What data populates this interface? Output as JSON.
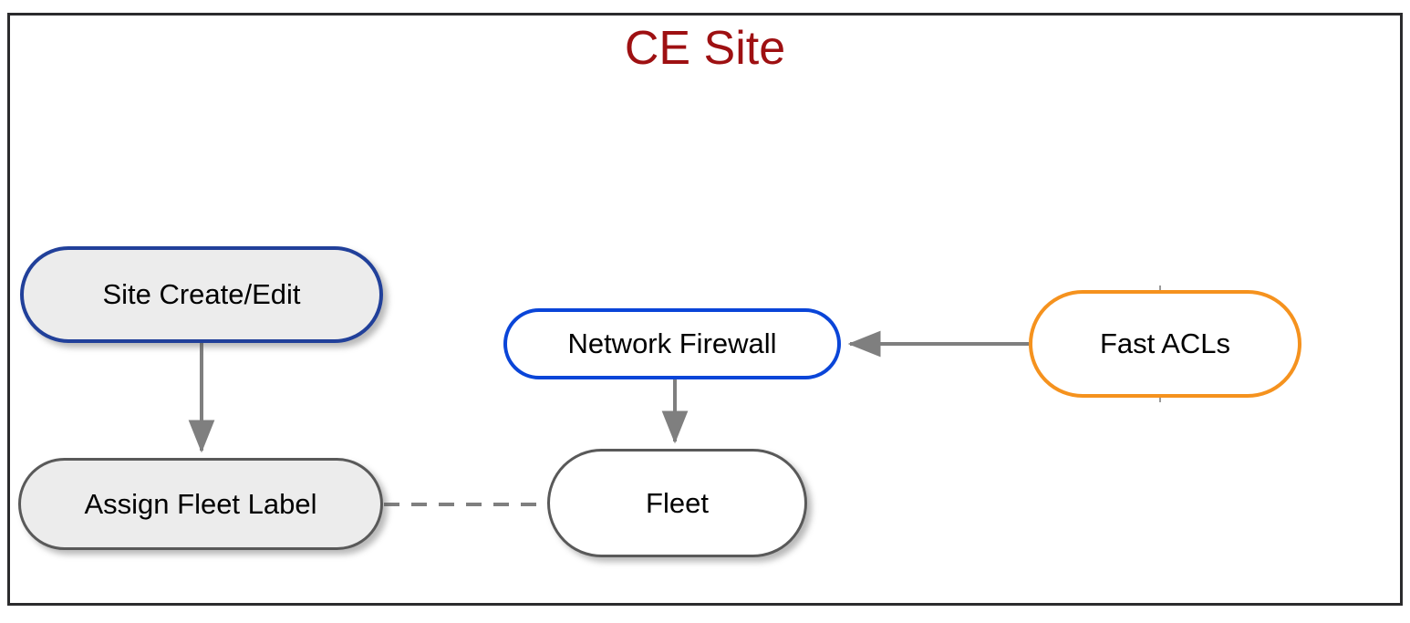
{
  "diagram": {
    "title": "CE Site",
    "title_color": "#9E1012",
    "frame_color": "#2b2b2d",
    "background": "#ffffff",
    "nodes": [
      {
        "id": "site-create-edit",
        "label": "Site Create/Edit",
        "shape": "rounded-pill",
        "border_color": "#21409A",
        "fill_color": "#ECECEC",
        "text_color": "#000000",
        "shadow": true
      },
      {
        "id": "assign-fleet-label",
        "label": "Assign Fleet Label",
        "shape": "rounded-pill",
        "border_color": "#595959",
        "fill_color": "#ECECEC",
        "text_color": "#000000",
        "shadow": true
      },
      {
        "id": "network-firewall",
        "label": "Network Firewall",
        "shape": "rounded-pill",
        "border_color": "#0A45D8",
        "fill_color": "#FFFFFF",
        "text_color": "#000000",
        "shadow": false
      },
      {
        "id": "fleet",
        "label": "Fleet",
        "shape": "rounded-pill",
        "border_color": "#595959",
        "fill_color": "#FFFFFF",
        "text_color": "#000000",
        "shadow": true
      },
      {
        "id": "fast-acls",
        "label": "Fast ACLs",
        "shape": "rounded-pill",
        "border_color": "#F5921E",
        "fill_color": "#FFFFFF",
        "text_color": "#000000",
        "shadow": false
      }
    ],
    "edges": [
      {
        "id": "site-create-edit-to-assign-fleet-label",
        "from": "site-create-edit",
        "to": "assign-fleet-label",
        "style": "solid",
        "arrowhead": "end",
        "direction": "down",
        "color": "#7F7F7F"
      },
      {
        "id": "network-firewall-to-fleet",
        "from": "network-firewall",
        "to": "fleet",
        "style": "solid",
        "arrowhead": "end",
        "direction": "down",
        "color": "#7F7F7F"
      },
      {
        "id": "fast-acls-to-network-firewall",
        "from": "fast-acls",
        "to": "network-firewall",
        "style": "solid",
        "arrowhead": "end",
        "direction": "left",
        "color": "#7F7F7F"
      },
      {
        "id": "assign-fleet-label-to-fleet",
        "from": "assign-fleet-label",
        "to": "fleet",
        "style": "dashed",
        "arrowhead": "none",
        "direction": "right",
        "color": "#7F7F7F"
      }
    ]
  }
}
